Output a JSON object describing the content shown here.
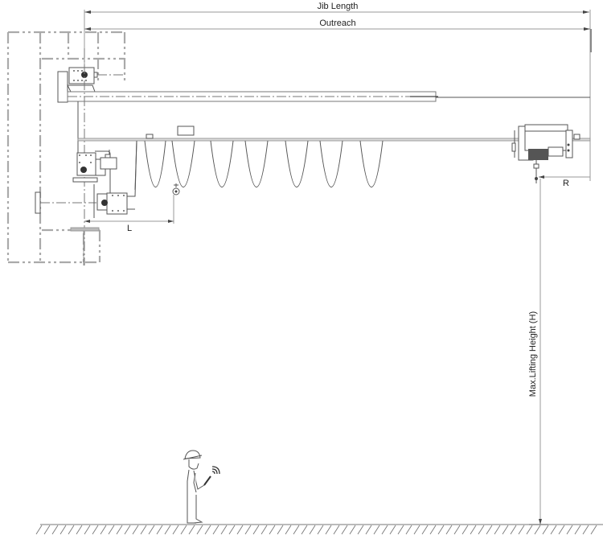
{
  "diagram": {
    "title": "Wall-mounted jib crane dimension diagram",
    "dimensions": {
      "jib_length": "Jib Length",
      "outreach": "Outreach",
      "r": "R",
      "l": "L",
      "max_lifting_height": "Max.Lifting Height (H)"
    },
    "components": [
      "wall-column",
      "slewing-drive-upper",
      "slewing-drive-lower",
      "jib-arm",
      "i-beam-track",
      "festoon-cable-loops",
      "electric-hoist-trolley",
      "hook",
      "operator-with-remote",
      "ground"
    ],
    "festoon_loop_count": 7,
    "colors": {
      "line": "#555555",
      "dim_line": "#9a9a9a",
      "phantom_line": "#aaaaaa",
      "text": "#222222",
      "background": "#ffffff"
    }
  }
}
